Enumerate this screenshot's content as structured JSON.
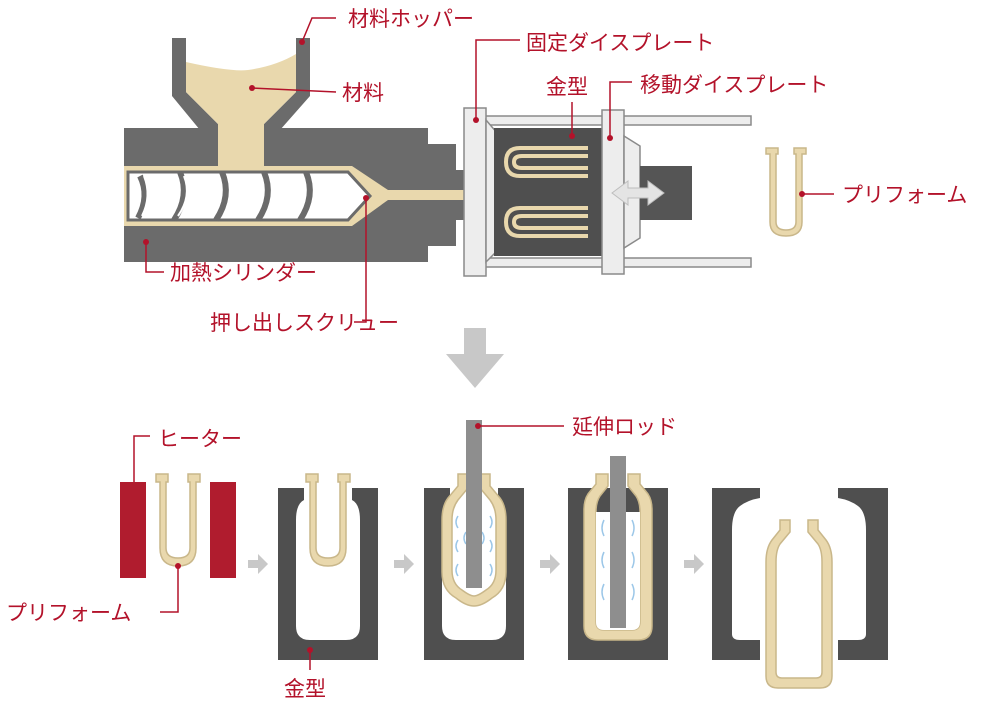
{
  "colors": {
    "label": "#b3122a",
    "leader": "#b3122a",
    "machine_gray": "#6b6b6b",
    "machine_dark": "#555555",
    "mold_dark": "#4f4f4f",
    "material": "#e9d8ad",
    "material_outline": "#c9b78a",
    "heater": "#b01c2e",
    "arrow_gray": "#c8c8c8",
    "water_blue": "#9cc7e8"
  },
  "top": {
    "labels": {
      "hopper": "材料ホッパー",
      "material": "材料",
      "fixed_plate": "固定ダイスプレート",
      "mold": "金型",
      "moving_plate": "移動ダイスプレート",
      "preform": "プリフォーム",
      "heating_cylinder": "加熱シリンダー",
      "screw": "押し出しスクリュー"
    }
  },
  "bottom": {
    "labels": {
      "heater": "ヒーター",
      "stretch_rod": "延伸ロッド",
      "preform": "プリフォーム",
      "mold": "金型"
    }
  }
}
